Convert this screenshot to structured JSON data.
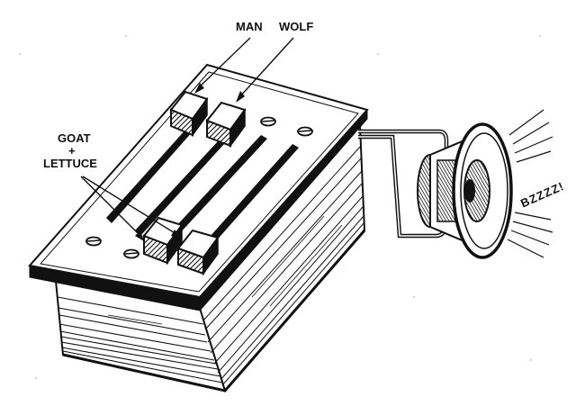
{
  "labels": {
    "man": "MAN",
    "wolf": "WOLF",
    "goat": "GOAT",
    "plus": "+",
    "lettuce": "LETTUCE",
    "buzz": "BZZZZ!"
  },
  "colors": {
    "ink": "#111111",
    "paper": "#ffffff"
  }
}
